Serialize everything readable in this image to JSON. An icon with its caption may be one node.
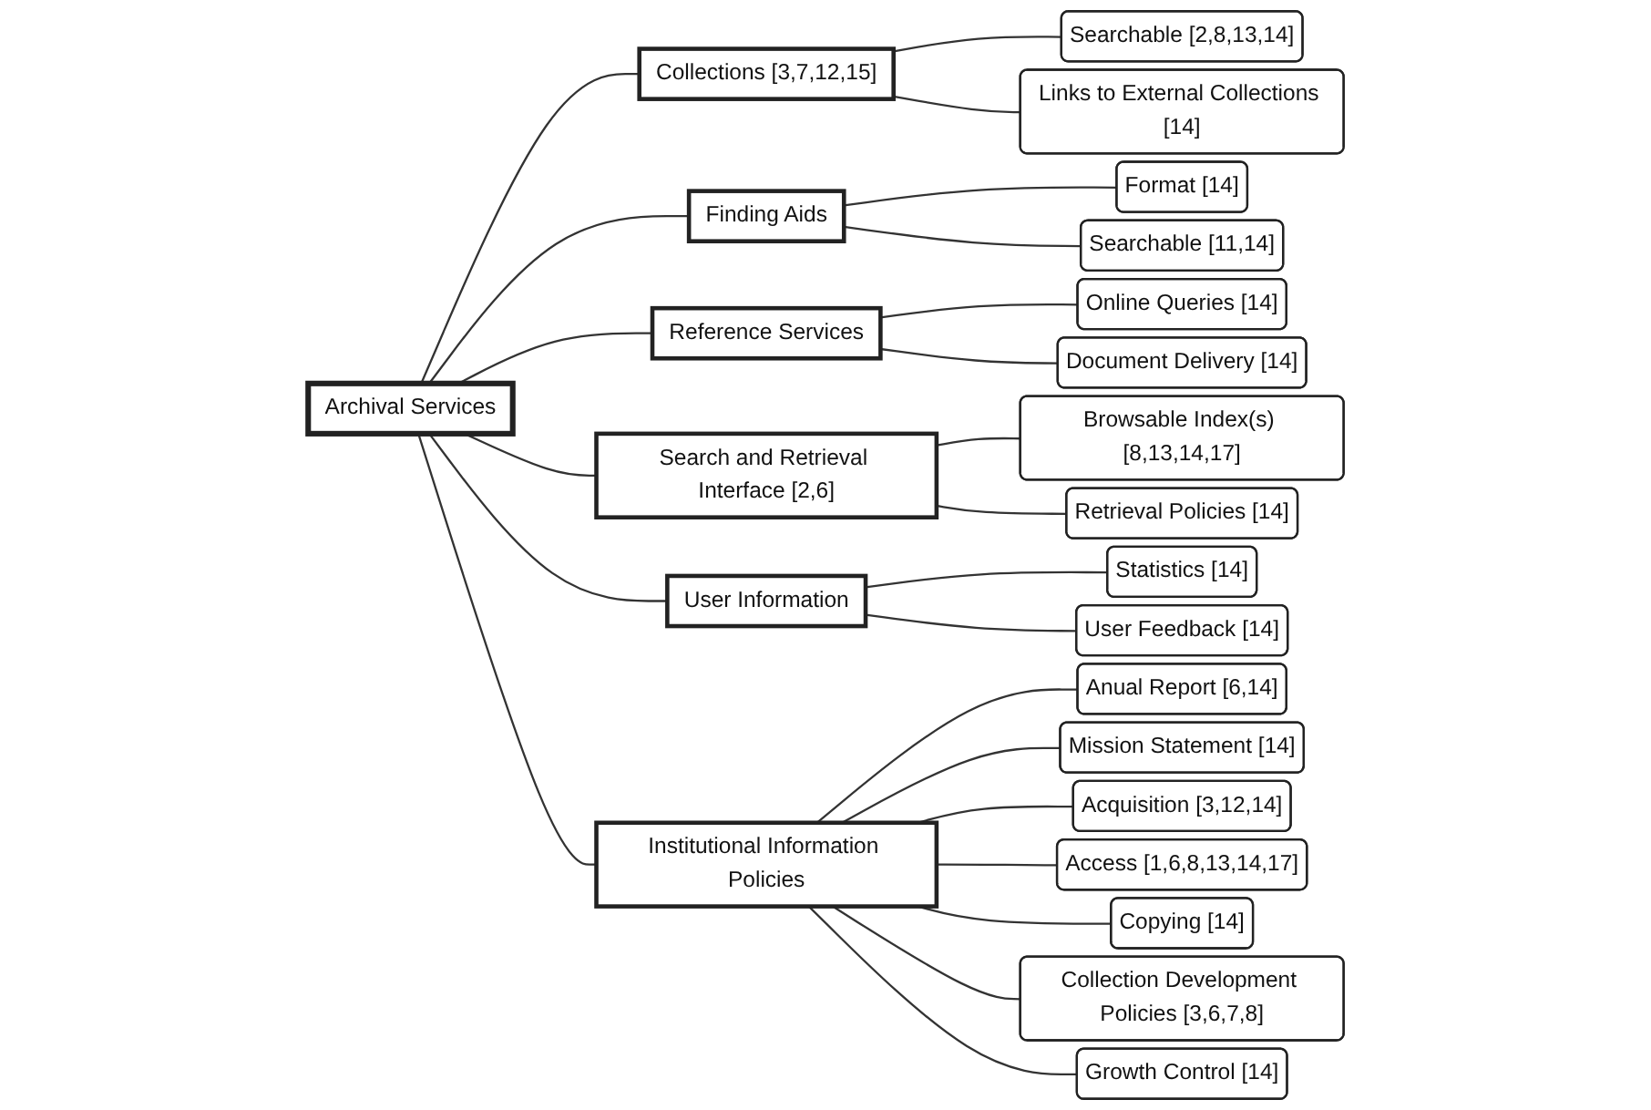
{
  "diagram": {
    "nodes": [
      {
        "text": [
          "Archival Services"
        ]
      },
      {
        "text": [
          "Collections [3,7,12,15]"
        ]
      },
      {
        "text": [
          "Searchable [2,8,13,14]"
        ]
      },
      {
        "text": [
          "Links to External Collections [14]"
        ]
      },
      {
        "text": [
          "Finding Aids"
        ]
      },
      {
        "text": [
          "Format [14]"
        ]
      },
      {
        "text": [
          "Searchable [11,14]"
        ]
      },
      {
        "text": [
          "Reference Services"
        ]
      },
      {
        "text": [
          "Online Queries [14]"
        ]
      },
      {
        "text": [
          "Document Delivery [14]"
        ]
      },
      {
        "text": [
          "Search and Retrieval Interface [2,6]"
        ]
      },
      {
        "text": [
          "Browsable Index(s) [8,13,14,17]"
        ]
      },
      {
        "text": [
          "Retrieval Policies [14]"
        ]
      },
      {
        "text": [
          "User Information"
        ]
      },
      {
        "text": [
          "Statistics [14]"
        ]
      },
      {
        "text": [
          "User Feedback [14]"
        ]
      },
      {
        "text": [
          "Institutional Information Policies"
        ]
      },
      {
        "text": [
          "Anual Report [6,14]"
        ]
      },
      {
        "text": [
          "Mission Statement [14]"
        ]
      },
      {
        "text": [
          "Acquisition [3,12,14]"
        ]
      },
      {
        "text": [
          "Access [1,6,8,13,14,17]"
        ]
      },
      {
        "text": [
          "Copying [14]"
        ]
      },
      {
        "text": [
          "Collection Development Policies [3,6,7,8]"
        ]
      },
      {
        "text": [
          "Growth Control [14]"
        ]
      }
    ],
    "edges": [
      {
        "from": 0,
        "to": 1,
        "arrow": "none"
      },
      {
        "from": 0,
        "to": 4,
        "arrow": "none"
      },
      {
        "from": 0,
        "to": 7,
        "arrow": "none"
      },
      {
        "from": 0,
        "to": 10,
        "arrow": "none"
      },
      {
        "from": 0,
        "to": 13,
        "arrow": "none"
      },
      {
        "from": 0,
        "to": 16,
        "arrow": "none"
      },
      {
        "from": 1,
        "to": 2,
        "arrow": "none"
      },
      {
        "from": 1,
        "to": 3,
        "arrow": "none"
      },
      {
        "from": 4,
        "to": 5,
        "arrow": "none"
      },
      {
        "from": 4,
        "to": 6,
        "arrow": "none"
      },
      {
        "from": 7,
        "to": 8,
        "arrow": "none"
      },
      {
        "from": 7,
        "to": 9,
        "arrow": "none"
      },
      {
        "from": 10,
        "to": 11,
        "arrow": "none"
      },
      {
        "from": 10,
        "to": 12,
        "arrow": "none"
      },
      {
        "from": 13,
        "to": 14,
        "arrow": "none"
      },
      {
        "from": 13,
        "to": 15,
        "arrow": "none"
      },
      {
        "from": 16,
        "to": 17,
        "arrow": "none"
      },
      {
        "from": 16,
        "to": 18,
        "arrow": "none"
      },
      {
        "from": 16,
        "to": 19,
        "arrow": "none"
      },
      {
        "from": 16,
        "to": 20,
        "arrow": "none"
      },
      {
        "from": 16,
        "to": 21,
        "arrow": "none"
      },
      {
        "from": 16,
        "to": 22,
        "arrow": "none"
      },
      {
        "from": 16,
        "to": 23,
        "arrow": "none"
      }
    ]
  }
}
